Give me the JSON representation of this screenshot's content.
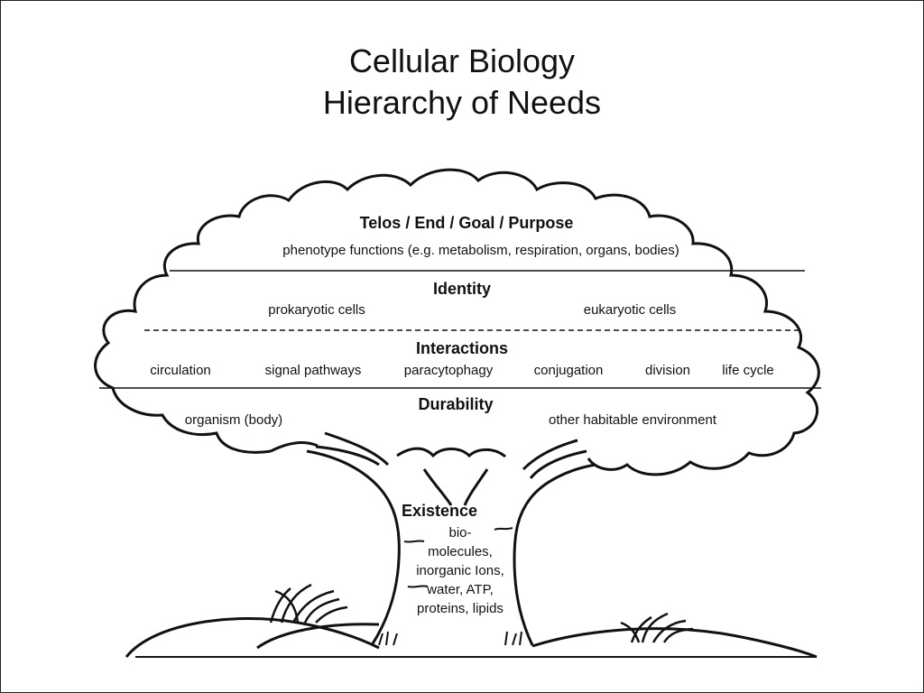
{
  "title": {
    "line1": "Cellular Biology",
    "line2": "Hierarchy of Needs"
  },
  "levels": {
    "telos": {
      "heading": "Telos / End / Goal / Purpose",
      "description": "phenotype functions (e.g. metabolism, respiration, organs, bodies)"
    },
    "identity": {
      "heading": "Identity",
      "items": [
        "prokaryotic cells",
        "eukaryotic cells"
      ]
    },
    "interactions": {
      "heading": "Interactions",
      "items": [
        "circulation",
        "signal pathways",
        "paracytophagy",
        "conjugation",
        "division",
        "life cycle"
      ]
    },
    "durability": {
      "heading": "Durability",
      "items": [
        "organism (body)",
        "other habitable environment"
      ]
    },
    "existence": {
      "heading": "Existence",
      "lines": [
        "bio-",
        "molecules,",
        "inorganic Ions,",
        "water, ATP,",
        "proteins, lipids"
      ]
    }
  },
  "colors": {
    "line": "#111111",
    "background": "#ffffff"
  }
}
